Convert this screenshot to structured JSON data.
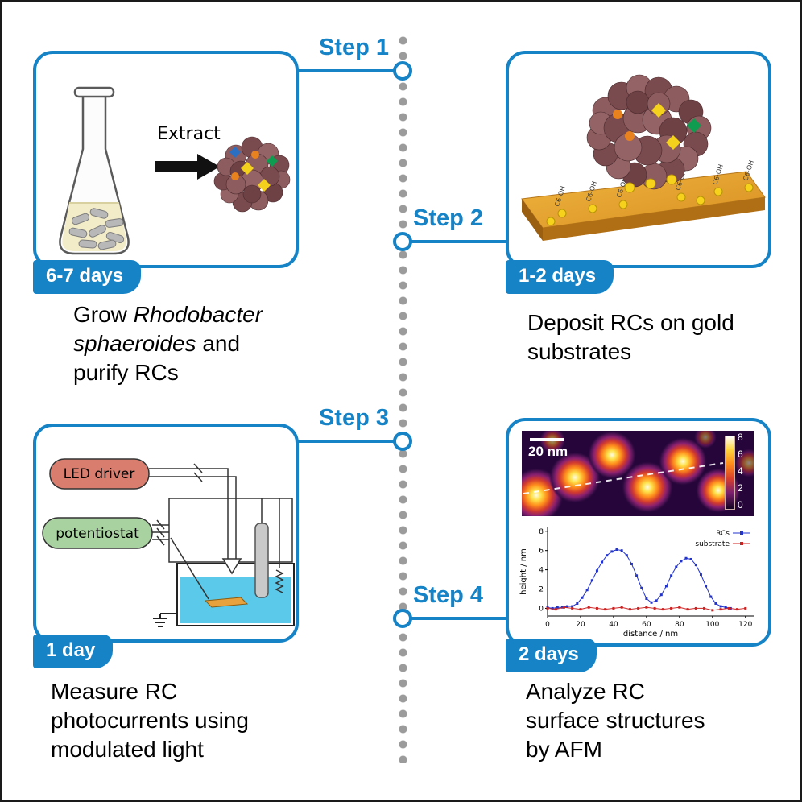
{
  "colors": {
    "accent": "#1583c6",
    "dot": "#9b9b9b",
    "gold": "#e2a335",
    "water": "#5bc9e9",
    "led_pill": "#d97e6f",
    "potentiostat_pill": "#a8d3a0"
  },
  "steps": [
    {
      "label": "Step 1",
      "badge": "6-7 days",
      "caption": [
        [
          {
            "t": "Grow "
          },
          {
            "t": "Rhodobacter",
            "i": true
          }
        ],
        [
          {
            "t": "sphaeroides",
            "i": true
          },
          {
            "t": " and"
          }
        ],
        [
          {
            "t": "purify RCs"
          }
        ]
      ]
    },
    {
      "label": "Step 2",
      "badge": "1-2 days",
      "caption": [
        [
          {
            "t": "Deposit RCs on gold"
          }
        ],
        [
          {
            "t": "substrates"
          }
        ]
      ]
    },
    {
      "label": "Step 3",
      "badge": "1 day",
      "caption": [
        [
          {
            "t": "Measure RC"
          }
        ],
        [
          {
            "t": "photocurrents using"
          }
        ],
        [
          {
            "t": "modulated light"
          }
        ]
      ]
    },
    {
      "label": "Step 4",
      "badge": "2 days",
      "caption": [
        [
          {
            "t": "Analyze RC"
          }
        ],
        [
          {
            "t": "surface structures"
          }
        ],
        [
          {
            "t": "by AFM"
          }
        ]
      ]
    }
  ],
  "panel1": {
    "extract_label": "Extract"
  },
  "panel2": {
    "sam_label": "C6-OH"
  },
  "panel3": {
    "led_driver_label": "LED driver",
    "potentiostat_label": "potentiostat"
  },
  "panel4": {
    "scale_bar_label": "20 nm",
    "colorbar_ticks": [
      "8",
      "6",
      "4",
      "2",
      "0"
    ]
  },
  "chart_data": {
    "type": "line",
    "title": "",
    "xlabel": "distance / nm",
    "ylabel": "height / nm",
    "xlim": [
      0,
      125
    ],
    "ylim": [
      -0.8,
      8.4
    ],
    "xticks": [
      0,
      20,
      40,
      60,
      80,
      100,
      120
    ],
    "yticks": [
      0,
      2,
      4,
      6,
      8
    ],
    "legend_position": "top-right",
    "grid": false,
    "series": [
      {
        "name": "RCs",
        "color": "#2233cc",
        "x": [
          0,
          3,
          6,
          9,
          12,
          15,
          18,
          21,
          24,
          27,
          30,
          33,
          36,
          39,
          42,
          45,
          48,
          51,
          54,
          57,
          60,
          63,
          66,
          69,
          72,
          75,
          78,
          81,
          84,
          87,
          90,
          93,
          96,
          99,
          102,
          105,
          108,
          111
        ],
        "y": [
          0.1,
          0.0,
          0.1,
          0.1,
          0.2,
          0.2,
          0.5,
          1.1,
          1.9,
          2.9,
          3.9,
          4.8,
          5.5,
          5.9,
          6.1,
          6.0,
          5.5,
          4.6,
          3.4,
          2.1,
          1.0,
          0.6,
          0.8,
          1.4,
          2.3,
          3.4,
          4.3,
          4.9,
          5.2,
          5.1,
          4.5,
          3.5,
          2.3,
          1.2,
          0.5,
          0.2,
          0.1,
          0.0
        ]
      },
      {
        "name": "substrate",
        "color": "#cc2222",
        "x": [
          0,
          5,
          10,
          15,
          20,
          25,
          30,
          35,
          40,
          45,
          50,
          55,
          60,
          65,
          70,
          75,
          80,
          85,
          90,
          95,
          100,
          105,
          110,
          115,
          120
        ],
        "y": [
          0.0,
          -0.1,
          0.1,
          0.0,
          -0.1,
          0.1,
          0.0,
          -0.1,
          0.0,
          0.1,
          -0.1,
          0.0,
          0.1,
          0.0,
          -0.1,
          0.0,
          0.1,
          -0.1,
          0.0,
          0.0,
          -0.2,
          -0.1,
          0.0,
          -0.1,
          0.0
        ]
      }
    ]
  }
}
